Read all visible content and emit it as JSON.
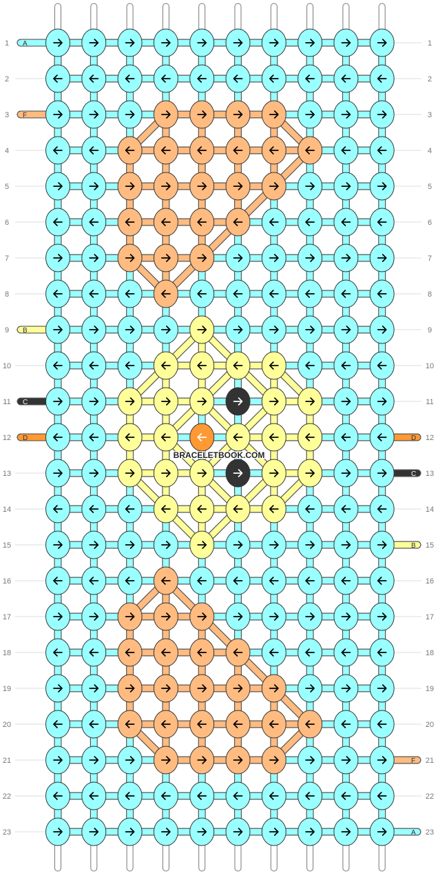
{
  "watermark": "BRACELETBOOK.COM",
  "colors": {
    "A": "#99ffff",
    "B": "#ffff99",
    "C": "#333333",
    "D": "#ff9933",
    "F": "#ffbb80"
  },
  "left_labels": [
    "A",
    "B",
    "C",
    "D",
    "F"
  ],
  "right_labels": [
    "D",
    "C",
    "B",
    "F",
    "A"
  ],
  "row_numbers": [
    "1",
    "2",
    "3",
    "4",
    "5",
    "6",
    "7",
    "8",
    "9",
    "10",
    "11",
    "12",
    "13",
    "14",
    "15",
    "16",
    "17",
    "18",
    "19",
    "20",
    "21",
    "22",
    "23"
  ],
  "knot_grid": [
    "AAAAAAAAAA",
    "AAAAAAAAAA",
    "AAAFFFFAAA",
    "AAFFFFFFAA",
    "AAFFFFFAAA",
    "AAFFFFAAAA",
    "AAFFFAAAAA",
    "AAAFAAAAAA",
    "AAAABAAAAA",
    "AAABBBBAAA",
    "AABBBCBBAA",
    "AABBDBBBAA",
    "AABBBCBBAA",
    "AAABBBBAAA",
    "AAAABAAAAA",
    "AAAFAAAAAA",
    "AAFFFAAAAA",
    "AAFFFFAAAA",
    "AAFFFFFAAA",
    "AAFFFFFFAA",
    "AAAFFFFAAA",
    "AAAAAAAAAA",
    "AAAAAAAAAA"
  ],
  "row_direction": {
    "odd": "right",
    "even": "left"
  }
}
